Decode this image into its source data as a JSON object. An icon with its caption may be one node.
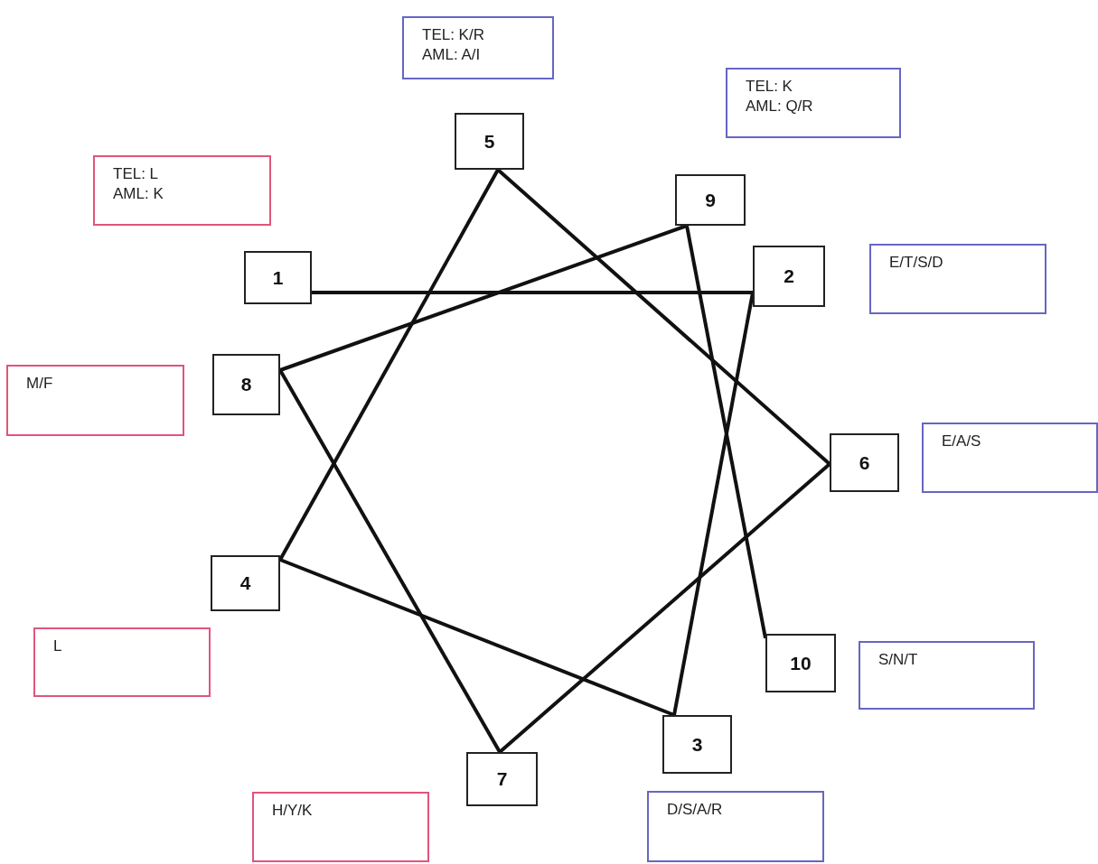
{
  "diagram": {
    "nodes": [
      {
        "text": [
          "TEL: K/R",
          "AML: A/I"
        ]
      },
      {
        "text": [
          "TEL: K",
          "AML: Q/R"
        ]
      },
      {
        "text": [
          "5"
        ]
      },
      {
        "text": [
          "TEL: L",
          "AML: K"
        ]
      },
      {
        "text": [
          "9"
        ]
      },
      {
        "text": [
          "1"
        ]
      },
      {
        "text": [
          "2"
        ]
      },
      {
        "text": [
          "E/T/S/D"
        ]
      },
      {
        "text": [
          "8"
        ]
      },
      {
        "text": [
          "M/F"
        ]
      },
      {
        "text": [
          "6"
        ]
      },
      {
        "text": [
          "E/A/S"
        ]
      },
      {
        "text": [
          "4"
        ]
      },
      {
        "text": [
          "L"
        ]
      },
      {
        "text": [
          "10"
        ]
      },
      {
        "text": [
          "S/N/T"
        ]
      },
      {
        "text": [
          "3"
        ]
      },
      {
        "text": [
          "7"
        ]
      },
      {
        "text": [
          "H/Y/K"
        ]
      },
      {
        "text": [
          "D/S/A/R"
        ]
      }
    ],
    "edges": [
      {
        "from": 5,
        "to": 6,
        "arrow": "none"
      },
      {
        "from": 6,
        "to": 16,
        "arrow": "none"
      },
      {
        "from": 16,
        "to": 12,
        "arrow": "none"
      },
      {
        "from": 12,
        "to": 2,
        "arrow": "none"
      },
      {
        "from": 2,
        "to": 10,
        "arrow": "none"
      },
      {
        "from": 10,
        "to": 17,
        "arrow": "none"
      },
      {
        "from": 17,
        "to": 8,
        "arrow": "none"
      },
      {
        "from": 8,
        "to": 4,
        "arrow": "none"
      },
      {
        "from": 4,
        "to": 14,
        "arrow": "none"
      }
    ]
  }
}
